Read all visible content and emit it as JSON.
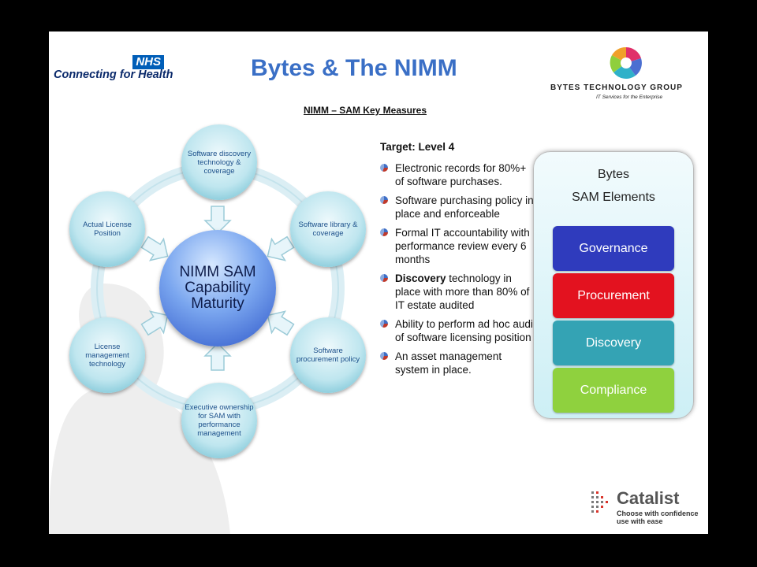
{
  "header": {
    "title": "Bytes & The NIMM",
    "subtitle": "NIMM – SAM Key Measures"
  },
  "logos": {
    "nhs_box": "NHS",
    "nhs_text": "Connecting for Health",
    "bytes_name": "BYTES TECHNOLOGY GROUP",
    "bytes_tagline": "IT Services for the Enterprise",
    "catalist_name": "Catalist",
    "catalist_tag_1": "Choose with confidence",
    "catalist_tag_2": "use with ease"
  },
  "diagram": {
    "center": "NIMM SAM Capability Maturity",
    "nodes": [
      "Software discovery technology & coverage",
      "Software library & coverage",
      "Software procurement policy",
      "Executive ownership for SAM with performance management",
      "License management technology",
      "Actual License Position"
    ]
  },
  "measures": {
    "target": "Target: Level 4",
    "items": [
      {
        "bold": "",
        "text": "Electronic records for 80%+ of software purchases."
      },
      {
        "bold": "",
        "text": "Software purchasing policy in place and enforceable"
      },
      {
        "bold": "",
        "text": "Formal IT accountability with performance review every 6 months"
      },
      {
        "bold": "Discovery",
        "text": " technology in place with more than 80% of IT estate audited"
      },
      {
        "bold": "",
        "text": "Ability to perform ad hoc audit of software licensing position"
      },
      {
        "bold": "",
        "text": "An asset management system in place."
      }
    ]
  },
  "sam_panel": {
    "heading_1": "Bytes",
    "heading_2": "SAM Elements",
    "elements": [
      {
        "label": "Governance",
        "color": "#2f3bbd"
      },
      {
        "label": "Procurement",
        "color": "#e3121f"
      },
      {
        "label": "Discovery",
        "color": "#34a3b4"
      },
      {
        "label": "Compliance",
        "color": "#8fd13e"
      }
    ]
  }
}
